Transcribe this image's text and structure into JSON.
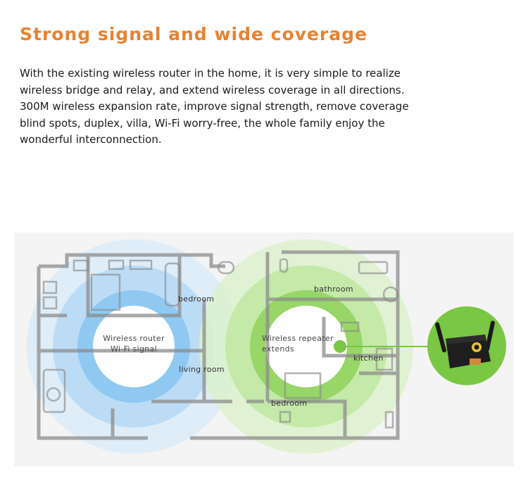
{
  "heading": "Strong signal and wide coverage",
  "description_lines": [
    "With the existing wireless router in the home, it is very simple to realize",
    "wireless bridge and relay, and extend wireless coverage in all directions.",
    "300M wireless expansion rate, improve signal strength, remove coverage",
    "blind spots, duplex, villa, Wi-Fi worry-free, the whole family enjoy the",
    "wonderful interconnection."
  ],
  "diagram": {
    "router_label": [
      "Wireless router",
      "Wi-Fi signal"
    ],
    "repeater_label": [
      "Wireless repeater",
      "extends"
    ],
    "rooms": {
      "bedroom_top": "bedroom",
      "living_room": "living room",
      "bathroom": "bathroom",
      "kitchen": "kitchen",
      "bedroom_bottom": "bedroom"
    }
  },
  "colors": {
    "heading": "#e8822f",
    "router_signal": "#5aaee8",
    "repeater_signal": "#7ac743",
    "device_bg": "#7ac743"
  }
}
